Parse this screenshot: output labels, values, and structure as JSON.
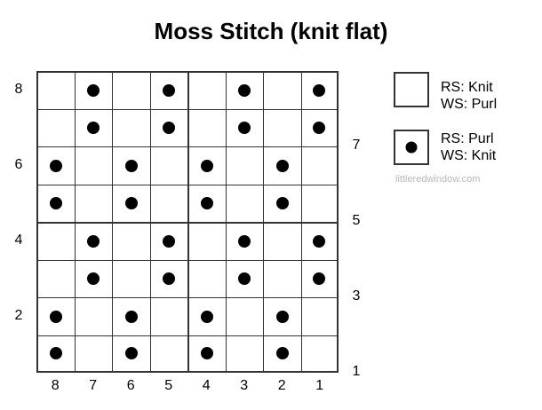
{
  "title": "Moss Stitch (knit flat)",
  "chart": {
    "rows": 8,
    "cols": 8,
    "col_labels": [
      "8",
      "7",
      "6",
      "5",
      "4",
      "3",
      "2",
      "1"
    ],
    "left_row_labels": {
      "8": "8",
      "6": "6",
      "4": "4",
      "2": "2"
    },
    "right_row_labels": {
      "7": "7",
      "5": "5",
      "3": "3",
      "1": "1"
    },
    "dot_rows": [
      [
        0,
        1,
        0,
        1,
        0,
        1,
        0,
        1
      ],
      [
        0,
        1,
        0,
        1,
        0,
        1,
        0,
        1
      ],
      [
        1,
        0,
        1,
        0,
        1,
        0,
        1,
        0
      ],
      [
        1,
        0,
        1,
        0,
        1,
        0,
        1,
        0
      ],
      [
        0,
        1,
        0,
        1,
        0,
        1,
        0,
        1
      ],
      [
        0,
        1,
        0,
        1,
        0,
        1,
        0,
        1
      ],
      [
        1,
        0,
        1,
        0,
        1,
        0,
        1,
        0
      ],
      [
        1,
        0,
        1,
        0,
        1,
        0,
        1,
        0
      ]
    ]
  },
  "legend": {
    "empty_rs": "RS: Knit",
    "empty_ws": "WS: Purl",
    "dot_rs": "RS: Purl",
    "dot_ws": "WS: Knit"
  },
  "watermark": "littleredwindow.com",
  "colors": {
    "line": "#333333",
    "dot": "#000000",
    "watermark": "#b8b8b8"
  }
}
